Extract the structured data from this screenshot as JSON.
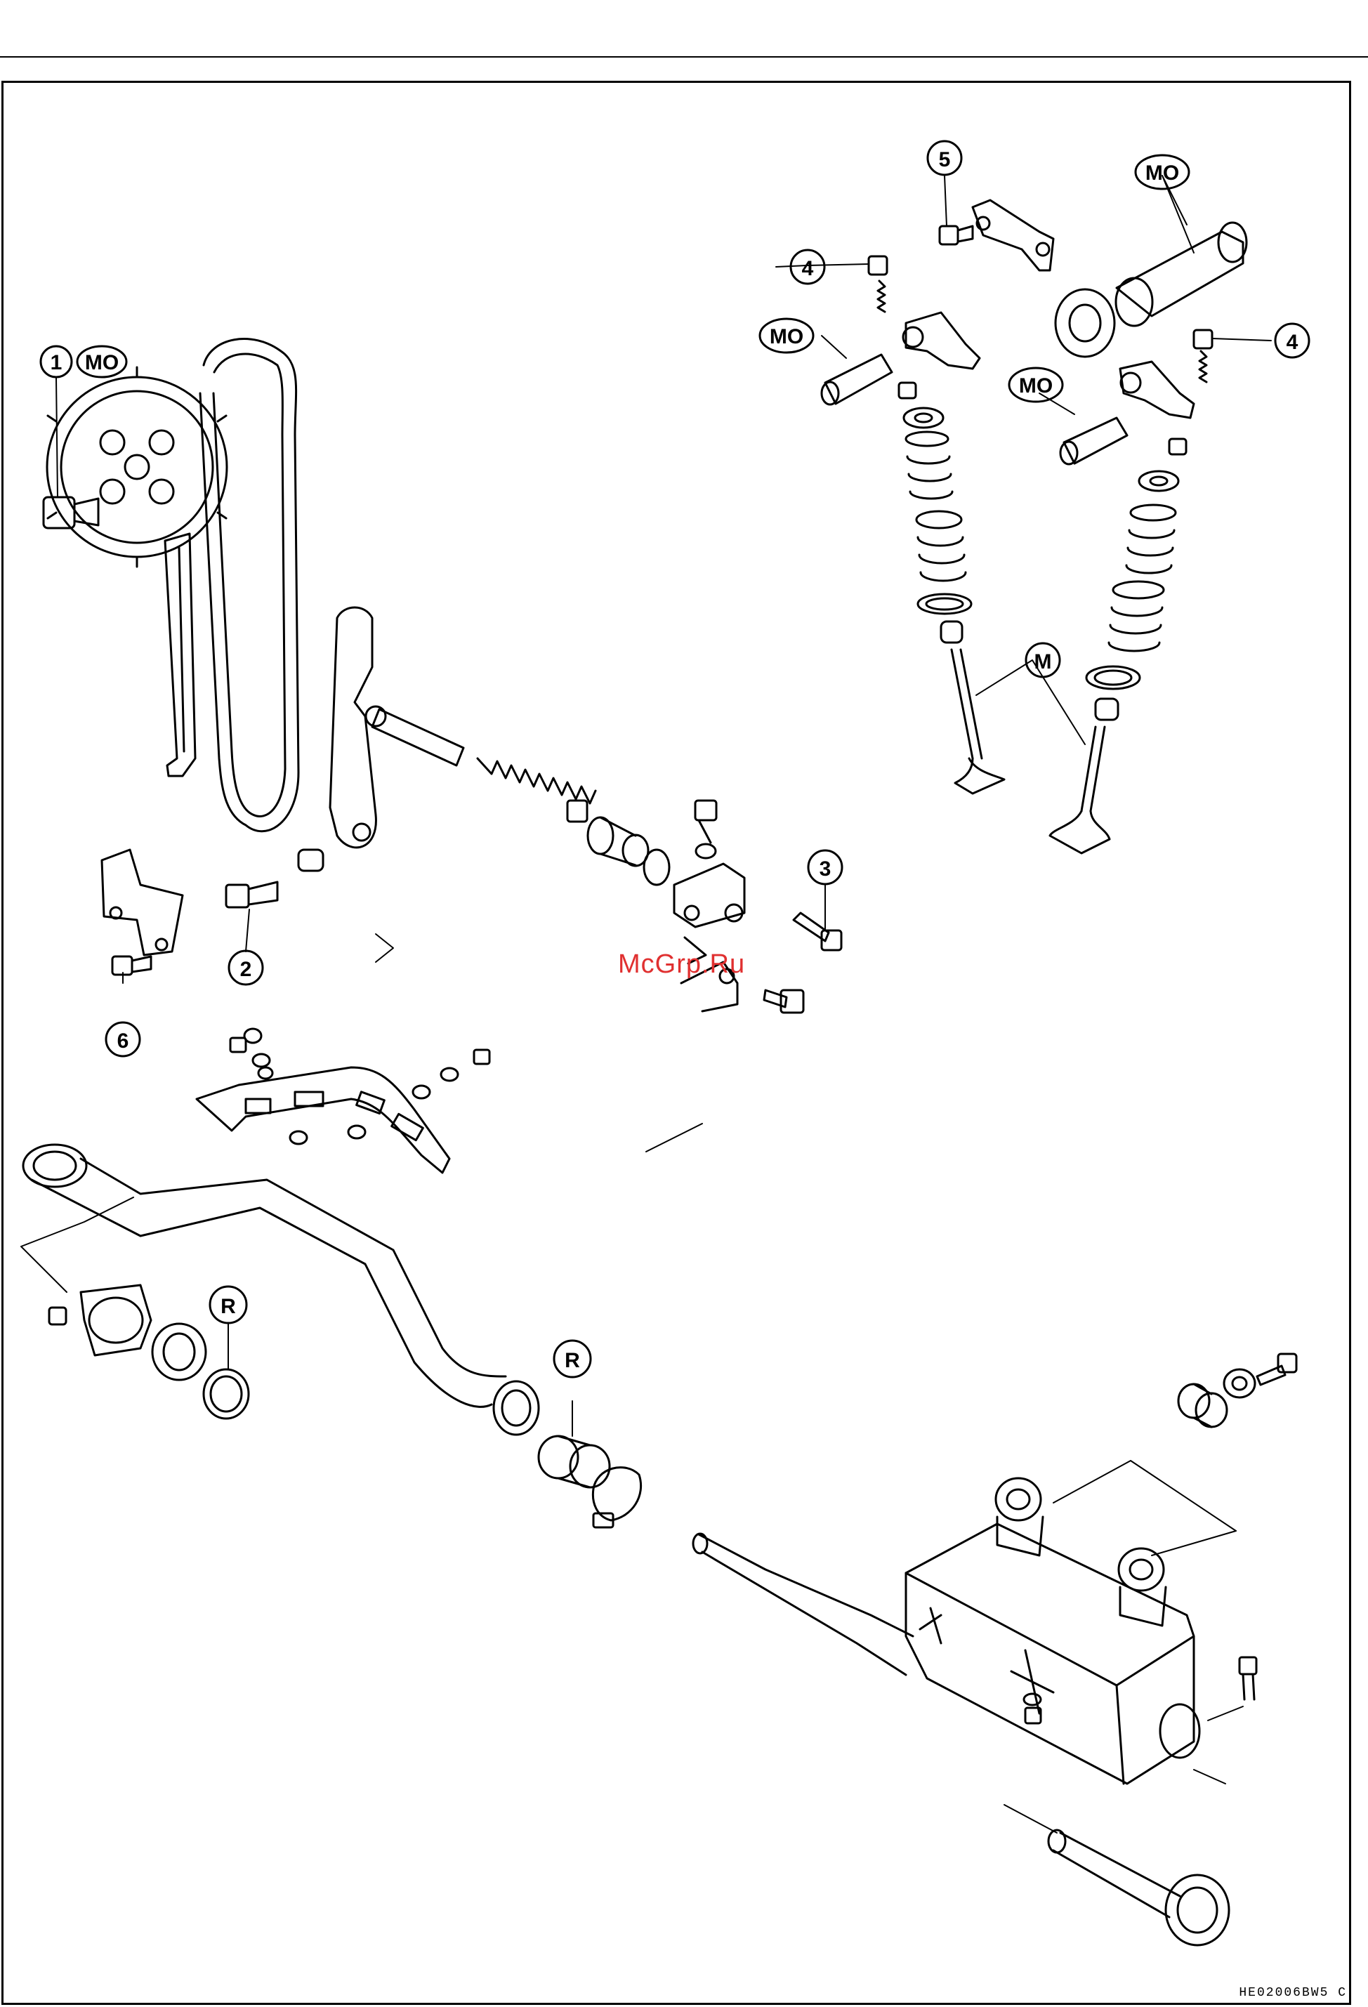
{
  "callouts": {
    "c1": "1",
    "c1_mo": "MO",
    "c2": "2",
    "c3": "3",
    "c4_left": "4",
    "c4_right": "4",
    "c5": "5",
    "c6": "6",
    "mo_camshaft": "MO",
    "mo_left_shaft": "MO",
    "mo_right_shaft": "MO",
    "m_valves": "M",
    "r_left": "R",
    "r_right": "R"
  },
  "watermark": "McGrp.Ru",
  "figure_code": "HE02006BW5 C",
  "colors": {
    "line": "#000000",
    "watermark": "#e03030",
    "background": "#ffffff"
  }
}
